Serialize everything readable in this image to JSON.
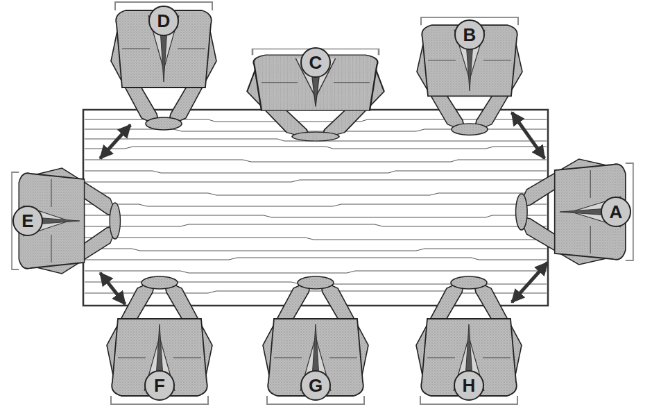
{
  "diagram": {
    "nodes": [
      {
        "text": [
          "D"
        ]
      },
      {
        "text": [
          "C"
        ]
      },
      {
        "text": [
          "B"
        ]
      },
      {
        "text": [
          "E"
        ]
      },
      {
        "text": [
          "A"
        ]
      },
      {
        "text": [
          "F"
        ]
      },
      {
        "text": [
          "G"
        ]
      },
      {
        "text": [
          "H"
        ]
      }
    ],
    "edges": [
      {
        "from": 3,
        "to": 0,
        "arrow": "both"
      },
      {
        "from": 2,
        "to": 4,
        "arrow": "both"
      },
      {
        "from": 3,
        "to": 5,
        "arrow": "both"
      },
      {
        "from": 4,
        "to": 7,
        "arrow": "both"
      }
    ]
  }
}
